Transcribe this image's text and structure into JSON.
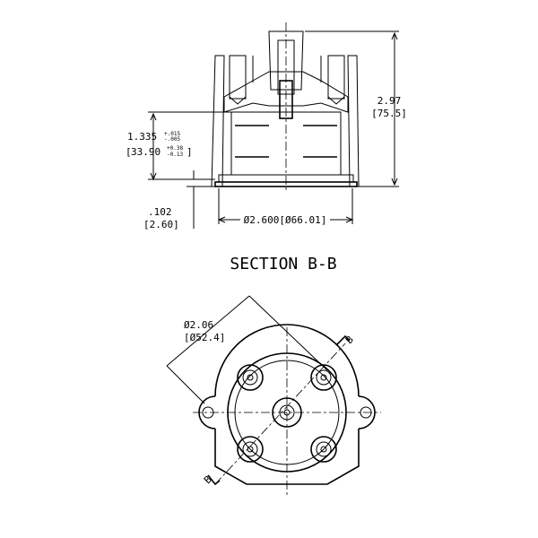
{
  "section_view": {
    "dim_height": "2.97",
    "dim_height_mm": "[75.5]",
    "dim_depth": "1.335",
    "dim_depth_tol_plus": "+.015",
    "dim_depth_tol_minus": "-.005",
    "dim_depth_mm": "33.90",
    "dim_depth_mm_tol_plus": "+0.38",
    "dim_depth_mm_tol_minus": "-0.13",
    "dim_lip": ".102",
    "dim_lip_mm": "[2.60]",
    "dim_diameter": "Ø2.600[Ø66.01]",
    "title": "SECTION B-B"
  },
  "plan_view": {
    "dim_bolt_circle": "Ø2.06",
    "dim_bolt_circle_mm": "[Ø52.4]",
    "section_label_top": "B",
    "section_label_bottom": "B"
  }
}
